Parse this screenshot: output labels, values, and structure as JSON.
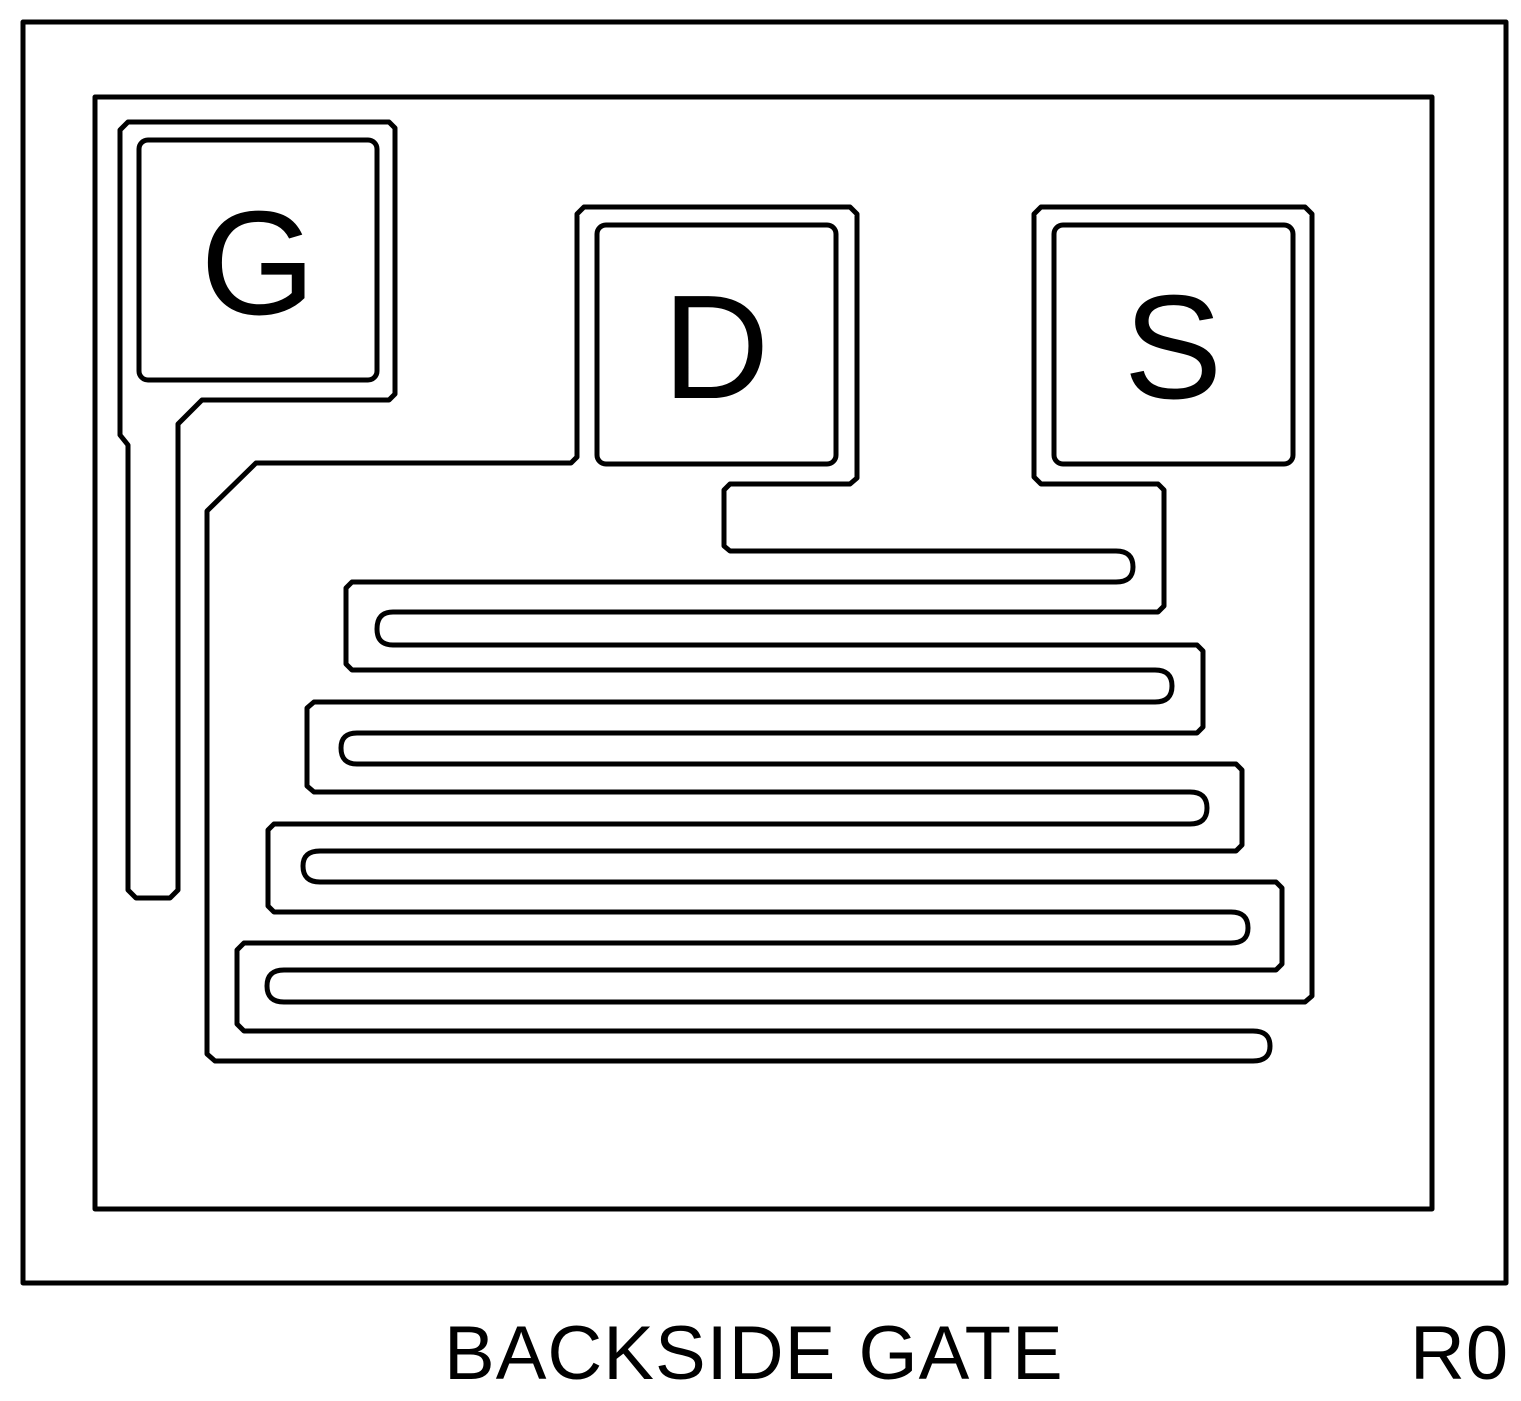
{
  "pads": {
    "gate": {
      "label": "G"
    },
    "drain": {
      "label": "D"
    },
    "source": {
      "label": "S"
    }
  },
  "footer": {
    "caption": "BACKSIDE GATE",
    "revision": "R0"
  }
}
